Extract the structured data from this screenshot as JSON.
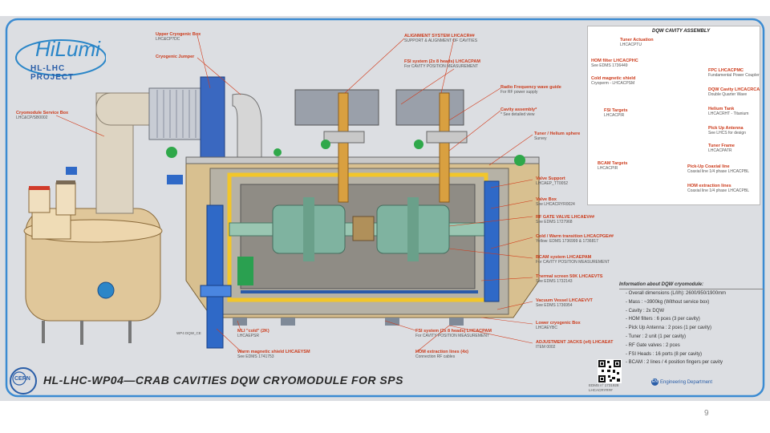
{
  "logo": {
    "text": "HiLumi",
    "subtext": "HL-LHC PROJECT"
  },
  "left_labels": [
    {
      "title": "Upper Cryogenic Box",
      "sub": "LHC&CP?DC"
    },
    {
      "title": "Cryogenic Jumper",
      "sub": ""
    },
    {
      "title": "Cryomodule Service Box",
      "sub": "LHC&CP/SB0002"
    }
  ],
  "center_labels": [
    {
      "title": "ALIGNMENT SYSTEM LHCACR##",
      "sub": "SUPPORT & ALIGNMENT OF CAVITIES"
    },
    {
      "title": "FSI system (2x 8 heads) LHCACPAM",
      "sub": "For CAVITY POSITION MEASUREMENT"
    },
    {
      "title": "Radio Frequency wave guide",
      "sub": "For RF power supply"
    },
    {
      "title": "Cavity assembly*",
      "sub": "* See detailed view"
    },
    {
      "title": "Tuner / Helium sphere",
      "sub": "Survey"
    },
    {
      "title": "Valve Support",
      "sub": "LHCAEP_TT0052"
    },
    {
      "title": "Valve Box",
      "sub": "See LHCACRYR0024"
    },
    {
      "title": "RF GATE VALVE LHCAEV##",
      "sub": "See EDMS 1727968"
    },
    {
      "title": "Cold / Warm transition LHCACPGE##",
      "sub": "Yellow: EDMS 1736999 & 1736817"
    },
    {
      "title": "BCAM system LHCAEPAM",
      "sub": "For CAVITY POSITION MEASUREMENT"
    },
    {
      "title": "Thermal screen 50K LHCAEVTS",
      "sub": "See EDMS 1732143"
    },
    {
      "title": "Vacuum Vessel LHCAEVVT",
      "sub": "See EDMS 1736954"
    },
    {
      "title": "Lower cryogenic Box",
      "sub": "LHCAEYBC"
    },
    {
      "title": "ADJUSTMENT JACKS (x4) LHCAEAT",
      "sub": "ITEM 0002"
    }
  ],
  "bottom_labels": [
    {
      "title": "MLI \"cold\" (2K)",
      "sub": "LHCAEPSR"
    },
    {
      "title": "Warm magnetic shield LHCAEYSM",
      "sub": "See EDMS 1741753"
    },
    {
      "title": "FSI system (2x 8 heads) LHCACPAM",
      "sub": "For CAVITY POSITION MEASUREMENT"
    },
    {
      "title": "HOM extraction lines (4x)",
      "sub": "Connection RF cables"
    }
  ],
  "inset": {
    "title": "DQW CAVITY ASSEMBLY",
    "labels": [
      {
        "title": "Tuner Actuation",
        "sub": "LHCACPTU"
      },
      {
        "title": "HOM filter LHCACPHC",
        "sub": "See EDMS 1736449"
      },
      {
        "title": "Cold magnetic shield",
        "sub": "Cryoperm - LHCACPSM"
      },
      {
        "title": "FSI Targets",
        "sub": "LHCACPIR"
      },
      {
        "title": "BCAM Targets",
        "sub": "LHCACPIR"
      },
      {
        "title": "FPC LHCACPMC",
        "sub": "Fundamental Power Coupler"
      },
      {
        "title": "DQW Cavity LHCACRCA",
        "sub": "Double Quarter Wave"
      },
      {
        "title": "Helium Tank",
        "sub": "LHCACRHT - Titanium"
      },
      {
        "title": "Pick Up Antenna",
        "sub": "See LHCS for design"
      },
      {
        "title": "Tuner Frame",
        "sub": "LHCACPATR"
      },
      {
        "title": "Pick-Up Coaxial line",
        "sub": "Coaxial line 1/4 phase LHCACPBL"
      },
      {
        "title": "HOM extraction lines",
        "sub": "Coaxial line 1/4 phase LHCACPBL"
      }
    ]
  },
  "info": {
    "title": "Information about DQW cryomodule:",
    "items": [
      "- Overall dimensions (L/l/h): 2600/950/1900mm",
      "- Mass : ~3900kg (Without service box)",
      "- Cavity : 2x DQW",
      "- HOM filters : 6 pces (3 per cavity)",
      "- Pick Up Antenna : 2 pces (1 per cavity)",
      "- Tuner : 2 unit (1 per cavity)",
      "- RF Gate valves : 2 pces",
      "- FSI Heads : 16 ports (8 per cavity)",
      "- BCAM : 2 lines / 4 position fingers per cavity"
    ]
  },
  "main_title": "HL-LHC-WP04—CRAB CAVITIES DQW CRYOMODULE FOR SPS",
  "cern_logo": "CERN",
  "wp_note": "WP4 DQW_CE",
  "ref_lines": [
    "EDMS n° 1731928",
    "LHCACRYR##"
  ],
  "engineering": {
    "badge": "EN",
    "text": "Engineering Department"
  },
  "page_number": "9",
  "colors": {
    "poster_bg": "#dcdee2",
    "vessel_tan": "#d8c090",
    "shield_yellow": "#f2c62a",
    "label_red": "#cc3a1a",
    "cavity_green": "#7fb3a0",
    "pipe_blue": "#2f69c7"
  }
}
